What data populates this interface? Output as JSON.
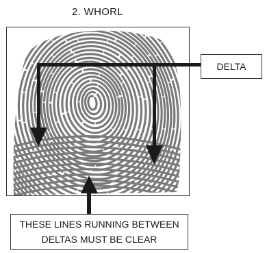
{
  "diagram": {
    "title": "2. WHORL",
    "delta_label": "DELTA",
    "clear_note_line1": "THESE LINES RUNNING BETWEEN",
    "clear_note_line2": "DELTAS MUST BE CLEAR"
  },
  "colors": {
    "arrow": "#1a1a1a",
    "ridge": "#7a7a7a",
    "background": "#ffffff"
  }
}
